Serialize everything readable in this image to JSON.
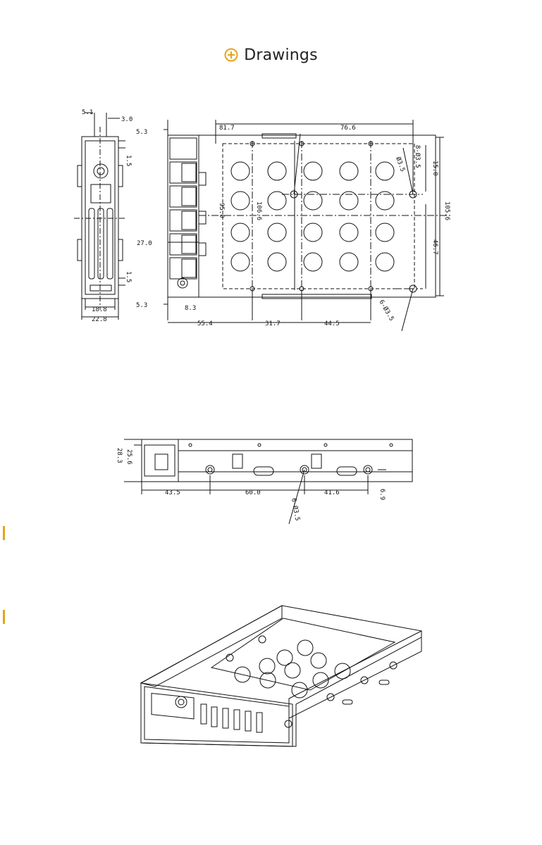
{
  "header": {
    "title": "Drawings",
    "icon": "plus-circle-icon",
    "accent": "#e8a317"
  },
  "drawings": {
    "front": {
      "d1": "5.1",
      "d2": "3.0",
      "d3": "1.5",
      "d4": "1.5",
      "d5": "18.8",
      "d6": "22.8"
    },
    "top": {
      "d1": "5.3",
      "d2": "81.7",
      "d3": "76.6",
      "d4": "95.0",
      "d5": "106.6",
      "d6": "105.6",
      "d7": "27.0",
      "d8": "15.0",
      "d9": "46.7",
      "d10": "5.3",
      "d11": "8.3",
      "d12": "55.4",
      "d13": "31.7",
      "d14": "44.5",
      "d15": "6-Ø3.5",
      "d16": "8-Ø3.5",
      "d17": "Ø3.5"
    },
    "side": {
      "d1": "28.3",
      "d2": "25.6",
      "d3": "43.5",
      "d4": "60.0",
      "d5": "41.6",
      "d6": "6.9",
      "d7": "6-Ø3.5"
    }
  }
}
